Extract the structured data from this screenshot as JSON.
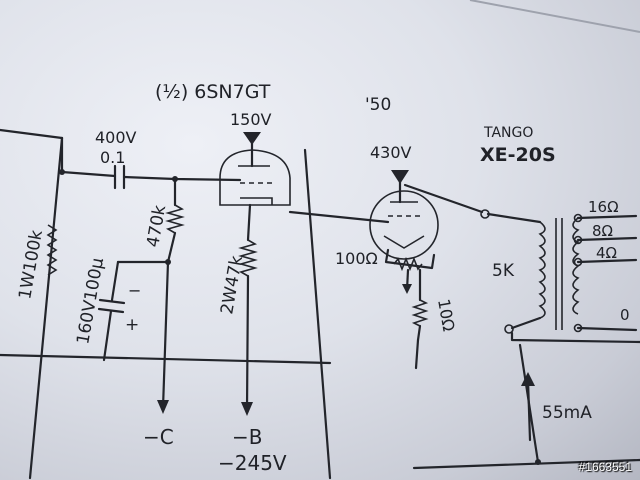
{
  "title": {
    "tube1": "(½) 6SN7GT",
    "tube2": "'50"
  },
  "voltages": {
    "v1": "150V",
    "v2": "430V"
  },
  "coupling": {
    "voltage": "400V",
    "value": "0.1"
  },
  "resistors": {
    "r1": "1W100k",
    "r2": "470k",
    "r3": "2W47k",
    "r4": "100Ω",
    "r5": "10Ω"
  },
  "capacitor": {
    "label": "160V100μ",
    "minus": "−",
    "plus": "+"
  },
  "transformer": {
    "brand": "TANGO",
    "model": "XE-20S",
    "primary": "5K",
    "tap16": "16Ω",
    "tap8": "8Ω",
    "tap4": "4Ω",
    "tap0": "0"
  },
  "supplies": {
    "c": "−C",
    "b": "−B",
    "b_volt": "−245V"
  },
  "current": "55mA",
  "watermark": "#1663551"
}
